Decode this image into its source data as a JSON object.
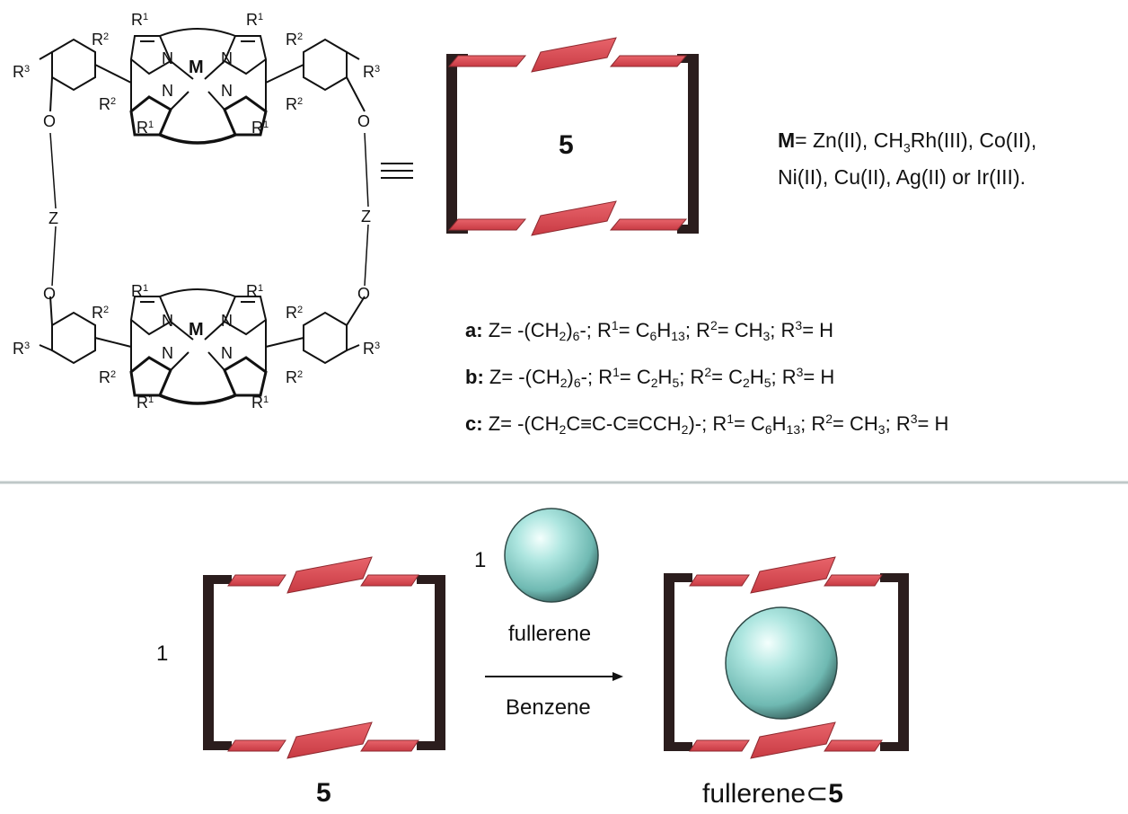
{
  "structure_labels": {
    "M": "M",
    "N": "N",
    "O": "O",
    "Z": "Z",
    "R1": "R",
    "R1_sup": "1",
    "R2": "R",
    "R2_sup": "2",
    "R3": "R",
    "R3_sup": "3"
  },
  "equivalence_symbol": "≡",
  "compound_label": "5",
  "metal_definition": {
    "prefix": "M",
    "text_line1": "= Zn(II), CH",
    "sub": "3",
    "text_line1_rest": "Rh(III), Co(II),",
    "text_line2": "Ni(II), Cu(II), Ag(II) or Ir(III)."
  },
  "variants": [
    {
      "key": "a:",
      "html_parts": [
        "Z= -(CH",
        "2",
        ")",
        "6",
        "-; R",
        "1",
        "= C",
        "6",
        "H",
        "13",
        "; R",
        "2",
        "= CH",
        "3",
        "; R",
        "3",
        "= H"
      ]
    },
    {
      "key": "b:",
      "html_parts": [
        "Z= -(CH",
        "2",
        ")",
        "6",
        "-; R",
        "1",
        "= C",
        "2",
        "H",
        "5",
        "; R",
        "2",
        "= C",
        "2",
        "H",
        "5",
        "; R",
        "3",
        "= H"
      ]
    },
    {
      "key": "c:",
      "html_parts": [
        "Z= -(CH",
        "2",
        "C≡C-C≡CCH",
        "2",
        ")-; R",
        "1",
        "= C",
        "6",
        "H",
        "13",
        "; R",
        "2",
        "= CH",
        "3",
        "; R",
        "3",
        "= H"
      ]
    }
  ],
  "reaction": {
    "host_stoich": "1",
    "guest_stoich": "1",
    "guest_label": "fullerene",
    "solvent": "Benzene",
    "host_label": "5",
    "product_label": "fullerene⊂",
    "product_label_bold": "5"
  },
  "colors": {
    "porphyrin_red": "#d8434b",
    "porphyrin_edge": "#8e2a30",
    "linker": "#2b1d1d",
    "fullerene": "#8fd6cf",
    "divider": "#bfc8c8"
  }
}
